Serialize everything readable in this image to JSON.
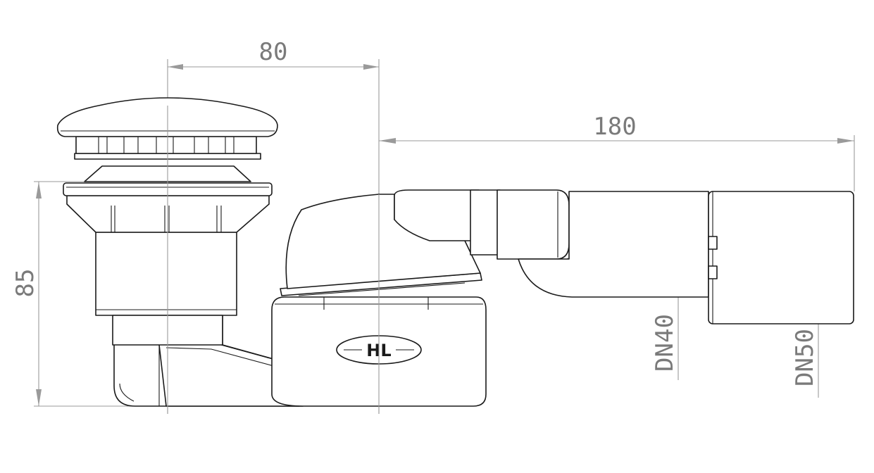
{
  "dimensions": {
    "width_top": "80",
    "length": "180",
    "height": "85",
    "outlet_small": "DN40",
    "outlet_large": "DN50"
  },
  "logo": "HL"
}
